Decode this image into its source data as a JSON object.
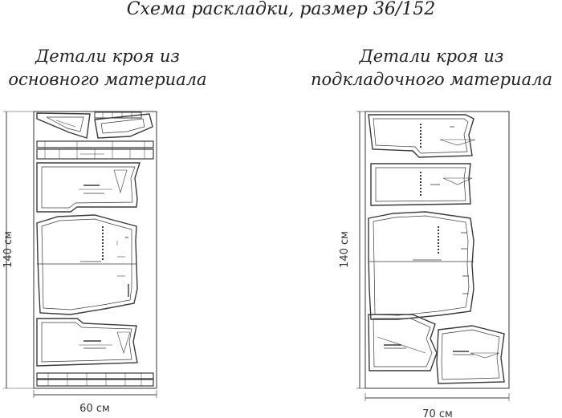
{
  "title": "Схема раскладки, размер 36/152",
  "panels": [
    {
      "heading_line1": "Детали кроя из",
      "heading_line2": "основного материала",
      "height_label": "140 см",
      "width_label": "60 см"
    },
    {
      "heading_line1": "Детали кроя из",
      "heading_line2": "подкладочного материала",
      "height_label": "140 см",
      "width_label": "70 см"
    }
  ],
  "colors": {
    "line": "#3a3a3a",
    "outline": "#222222"
  }
}
